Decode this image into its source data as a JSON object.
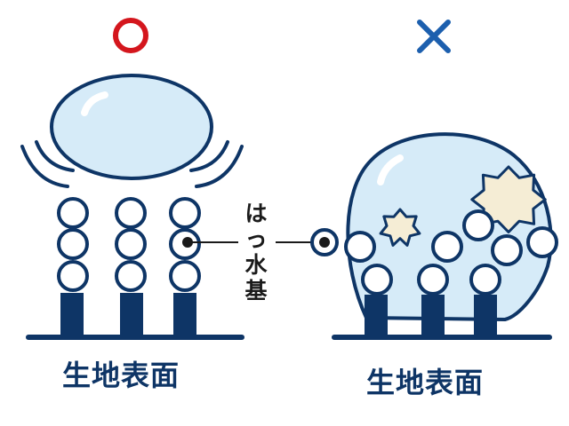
{
  "good_mark": "○",
  "bad_mark": "×",
  "center_label": [
    "は",
    "っ",
    "水",
    "基"
  ],
  "surface_label_left": "生地表面",
  "surface_label_right": "生地表面",
  "colors": {
    "navy": "#0e3566",
    "drop_fill": "#d6ebf8",
    "good_red": "#d4161d",
    "bad_blue": "#1c5fae",
    "stain": "#f5edd5"
  }
}
